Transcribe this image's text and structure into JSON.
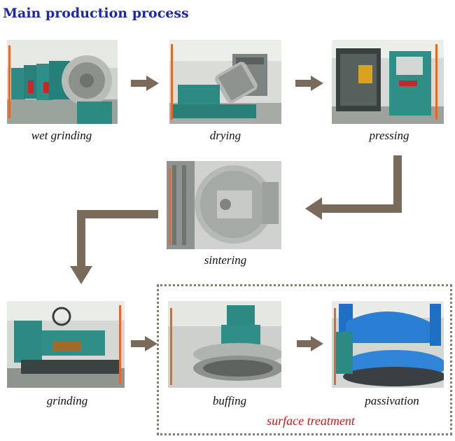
{
  "title": "Main production process",
  "steps": {
    "wet_grinding": "wet grinding",
    "drying": "drying",
    "pressing": "pressing",
    "sintering": "sintering",
    "grinding": "grinding",
    "buffing": "buffing",
    "passivation": "passivation"
  },
  "group_label": "surface treatment",
  "colors": {
    "title": "#1d28a8",
    "arrow": "#7a6a5a",
    "accent": "#e8662a",
    "group_label": "#c31a1a"
  }
}
